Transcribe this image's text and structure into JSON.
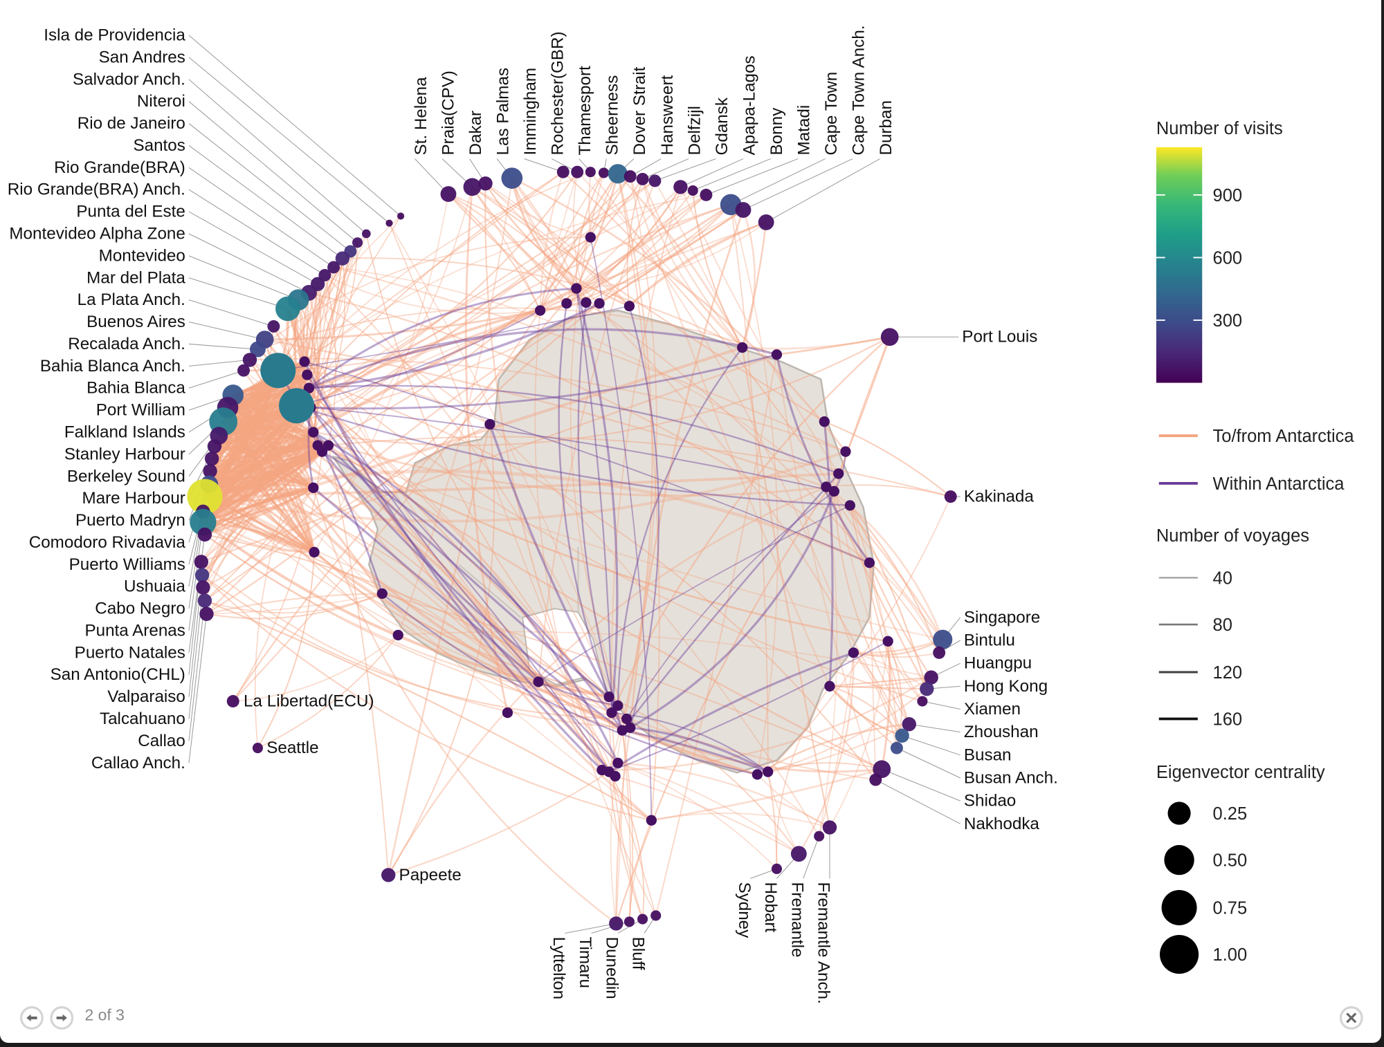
{
  "viewer": {
    "counter": "2 of 3",
    "prev_icon": "arrow-left-icon",
    "next_icon": "arrow-right-icon",
    "close_icon": "close-icon"
  },
  "legend": {
    "visits_title": "Number of visits",
    "visits_ticks": [
      "900",
      "600",
      "300"
    ],
    "edge_types": [
      {
        "label": "To/from Antarctica",
        "color": "#f4a582"
      },
      {
        "label": "Within Antarctica",
        "color": "#6a3d9a"
      }
    ],
    "voyages_title": "Number of voyages",
    "voyages": [
      "40",
      "80",
      "120",
      "160"
    ],
    "centrality_title": "Eigenvector centrality",
    "centrality": [
      "0.25",
      "0.50",
      "0.75",
      "1.00"
    ]
  },
  "chart_data": {
    "type": "network-map",
    "title": "Antarctic shipping network",
    "color_scale": {
      "name": "viridis",
      "field": "visits",
      "range": [
        0,
        1128
      ],
      "ticks": [
        300,
        600,
        900
      ]
    },
    "edge_colors": {
      "to_from": "#f4a582",
      "within": "#6a3d9a"
    },
    "ports": [
      {
        "name": "Isla de Providencia",
        "visits": 40,
        "centrality": 0.0
      },
      {
        "name": "San Andres",
        "visits": 40,
        "centrality": 0.0
      },
      {
        "name": "Salvador Anch.",
        "visits": 60,
        "centrality": 0.06
      },
      {
        "name": "Niteroi",
        "visits": 80,
        "centrality": 0.12
      },
      {
        "name": "Rio de Janeiro",
        "visits": 200,
        "centrality": 0.19
      },
      {
        "name": "Santos",
        "visits": 150,
        "centrality": 0.25
      },
      {
        "name": "Rio Grande(BRA)",
        "visits": 80,
        "centrality": 0.19
      },
      {
        "name": "Rio Grande(BRA) Anch.",
        "visits": 80,
        "centrality": 0.19
      },
      {
        "name": "Punta del Este",
        "visits": 90,
        "centrality": 0.25
      },
      {
        "name": "Montevideo Alpha Zone",
        "visits": 100,
        "centrality": 0.31
      },
      {
        "name": "Montevideo",
        "visits": 500,
        "centrality": 0.5
      },
      {
        "name": "Mar del Plata",
        "visits": 560,
        "centrality": 0.62
      },
      {
        "name": "La Plata Anch.",
        "visits": 70,
        "centrality": 0.19
      },
      {
        "name": "Buenos Aires",
        "visits": 250,
        "centrality": 0.38
      },
      {
        "name": "Recalada Anch.",
        "visits": 280,
        "centrality": 0.31
      },
      {
        "name": "Bahia Blanca Anch.",
        "visits": 70,
        "centrality": 0.25
      },
      {
        "name": "Bahia Blanca",
        "visits": 60,
        "centrality": 0.19
      },
      {
        "name": "Port William",
        "visits": 350,
        "centrality": 0.5
      },
      {
        "name": "Falkland Islands",
        "visits": 80,
        "centrality": 0.5
      },
      {
        "name": "Stanley Harbour",
        "visits": 540,
        "centrality": 0.75
      },
      {
        "name": "Berkeley Sound",
        "visits": 90,
        "centrality": 0.38
      },
      {
        "name": "Mare Harbour",
        "visits": 70,
        "centrality": 0.25
      },
      {
        "name": "Puerto Madryn",
        "visits": 70,
        "centrality": 0.25
      },
      {
        "name": "Comodoro Rivadavia",
        "visits": 70,
        "centrality": 0.25
      },
      {
        "name": "Puerto Williams",
        "visits": 300,
        "centrality": 0.38
      },
      {
        "name": "Ushuaia",
        "visits": 1100,
        "centrality": 1.0
      },
      {
        "name": "Cabo Negro",
        "visits": 70,
        "centrality": 0.25
      },
      {
        "name": "Punta Arenas",
        "visits": 540,
        "centrality": 0.69
      },
      {
        "name": "Puerto Natales",
        "visits": 60,
        "centrality": 0.25
      },
      {
        "name": "San Antonio(CHL)",
        "visits": 60,
        "centrality": 0.25
      },
      {
        "name": "Valparaiso",
        "visits": 200,
        "centrality": 0.25
      },
      {
        "name": "Talcahuano",
        "visits": 70,
        "centrality": 0.25
      },
      {
        "name": "Callao",
        "visits": 150,
        "centrality": 0.25
      },
      {
        "name": "Callao Anch.",
        "visits": 60,
        "centrality": 0.25
      },
      {
        "name": "La Libertad(ECU)",
        "visits": 40,
        "centrality": 0.19
      },
      {
        "name": "Seattle",
        "visits": 40,
        "centrality": 0.12
      },
      {
        "name": "Papeete",
        "visits": 80,
        "centrality": 0.25
      },
      {
        "name": "St. Helena",
        "visits": 60,
        "centrality": 0.31
      },
      {
        "name": "Praia(CPV)",
        "visits": 70,
        "centrality": 0.38
      },
      {
        "name": "Dakar",
        "visits": 60,
        "centrality": 0.25
      },
      {
        "name": "Las Palmas",
        "visits": 300,
        "centrality": 0.5
      },
      {
        "name": "Immingham",
        "visits": 50,
        "centrality": 0.19
      },
      {
        "name": "Rochester(GBR)",
        "visits": 50,
        "centrality": 0.19
      },
      {
        "name": "Thamesport",
        "visits": 40,
        "centrality": 0.12
      },
      {
        "name": "Sheerness",
        "visits": 40,
        "centrality": 0.12
      },
      {
        "name": "Dover Strait",
        "visits": 420,
        "centrality": 0.44
      },
      {
        "name": "Hansweert",
        "visits": 50,
        "centrality": 0.19
      },
      {
        "name": "Delfzijl",
        "visits": 50,
        "centrality": 0.19
      },
      {
        "name": "Gdansk",
        "visits": 80,
        "centrality": 0.19
      },
      {
        "name": "Apapa-Lagos",
        "visits": 60,
        "centrality": 0.25
      },
      {
        "name": "Bonny",
        "visits": 40,
        "centrality": 0.12
      },
      {
        "name": "Matadi",
        "visits": 50,
        "centrality": 0.19
      },
      {
        "name": "Cape Town",
        "visits": 300,
        "centrality": 0.5
      },
      {
        "name": "Cape Town Anch.",
        "visits": 70,
        "centrality": 0.31
      },
      {
        "name": "Durban",
        "visits": 60,
        "centrality": 0.31
      },
      {
        "name": "Port Louis",
        "visits": 60,
        "centrality": 0.38
      },
      {
        "name": "Kakinada",
        "visits": 40,
        "centrality": 0.19
      },
      {
        "name": "Singapore",
        "visits": 300,
        "centrality": 0.44
      },
      {
        "name": "Bintulu",
        "visits": 50,
        "centrality": 0.19
      },
      {
        "name": "Huangpu",
        "visits": 60,
        "centrality": 0.25
      },
      {
        "name": "Hong Kong",
        "visits": 150,
        "centrality": 0.25
      },
      {
        "name": "Xiamen",
        "visits": 40,
        "centrality": 0.12
      },
      {
        "name": "Zhoushan",
        "visits": 80,
        "centrality": 0.25
      },
      {
        "name": "Busan",
        "visits": 350,
        "centrality": 0.25
      },
      {
        "name": "Busan Anch.",
        "visits": 300,
        "centrality": 0.19
      },
      {
        "name": "Shidao",
        "visits": 70,
        "centrality": 0.38
      },
      {
        "name": "Nakhodka",
        "visits": 50,
        "centrality": 0.19
      },
      {
        "name": "Fremantle Anch.",
        "visits": 60,
        "centrality": 0.25
      },
      {
        "name": "Fremantle",
        "visits": 40,
        "centrality": 0.12
      },
      {
        "name": "Hobart",
        "visits": 80,
        "centrality": 0.31
      },
      {
        "name": "Sydney",
        "visits": 40,
        "centrality": 0.12
      },
      {
        "name": "Bluff",
        "visits": 50,
        "centrality": 0.12
      },
      {
        "name": "Dunedin",
        "visits": 50,
        "centrality": 0.12
      },
      {
        "name": "Timaru",
        "visits": 50,
        "centrality": 0.12
      },
      {
        "name": "Lyttelton",
        "visits": 80,
        "centrality": 0.25
      }
    ]
  }
}
